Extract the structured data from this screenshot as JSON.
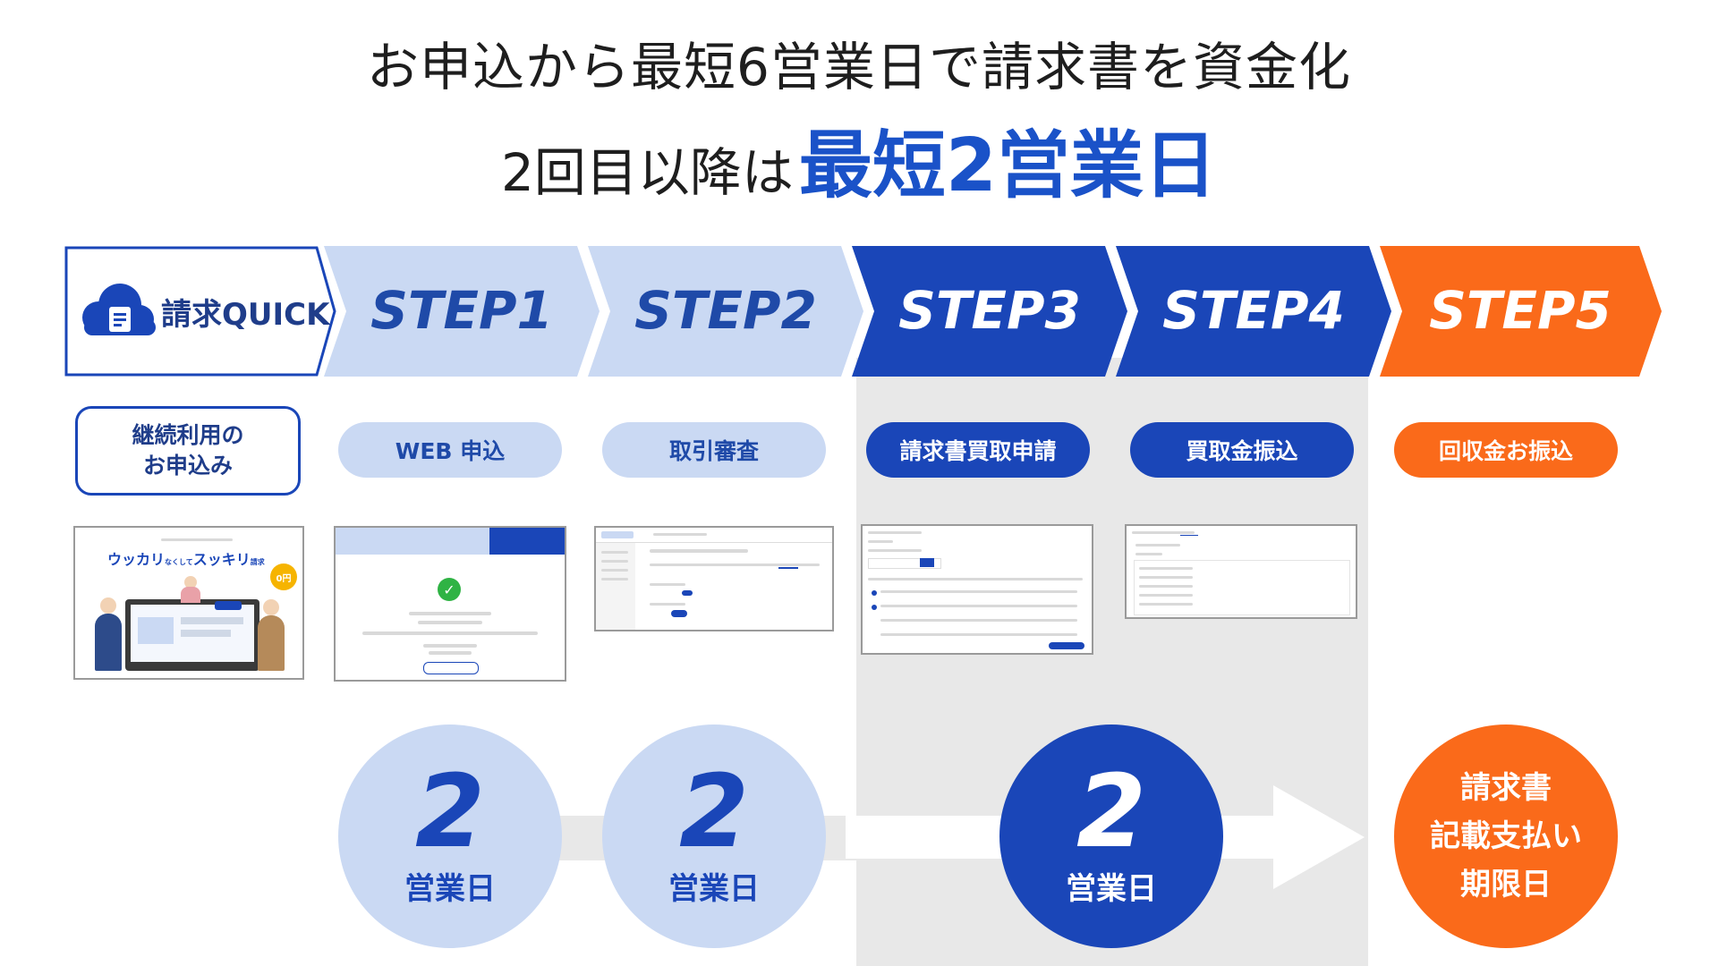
{
  "headline": {
    "line1": "お申込から最短6営業日で請求書を資金化",
    "line2_lead": "2回目以降は",
    "line2_accent": "最短2営業日"
  },
  "brand": {
    "name": "請求QUICK"
  },
  "steps": [
    {
      "label": "STEP1",
      "action": "WEB 申込"
    },
    {
      "label": "STEP2",
      "action": "取引審査"
    },
    {
      "label": "STEP3",
      "action": "請求書買取申請"
    },
    {
      "label": "STEP4",
      "action": "買取金振込"
    },
    {
      "label": "STEP5",
      "action": "回収金お振込"
    }
  ],
  "intro_box": {
    "line1": "継続利用の",
    "line2": "お申込み"
  },
  "promo": {
    "catch_a": "ウッカリ",
    "catch_small_a": "なくして",
    "catch_b": "スッキリ",
    "catch_small_b": "請求",
    "price": "0円"
  },
  "durations": [
    {
      "num": "2",
      "unit": "営業日"
    },
    {
      "num": "2",
      "unit": "営業日"
    },
    {
      "num": "2",
      "unit": "営業日"
    }
  ],
  "final": {
    "line1": "請求書",
    "line2": "記載支払い",
    "line3": "期限日"
  },
  "colors": {
    "blue": "#1a46b8",
    "light_blue": "#cad9f3",
    "orange": "#fa6a1a",
    "gray_band": "#e8e8e8"
  }
}
